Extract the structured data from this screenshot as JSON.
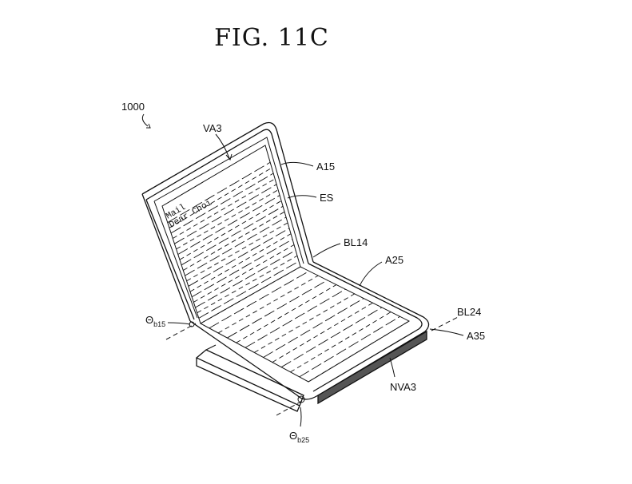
{
  "figure_title": "FIG. 11C",
  "labels": {
    "device": "1000",
    "va3": "VA3",
    "a15": "A15",
    "es": "ES",
    "bl14": "BL14",
    "a25": "A25",
    "bl24": "BL24",
    "a35": "A35",
    "nva3": "NVA3",
    "theta_b15": "Θ",
    "theta_b15_sub": "b15",
    "theta_b25": "Θ",
    "theta_b25_sub": "b25"
  },
  "screen_text": {
    "line1": "Mail",
    "line2": "Dear Choi"
  },
  "colors": {
    "ink": "#111111",
    "paper": "#ffffff"
  }
}
